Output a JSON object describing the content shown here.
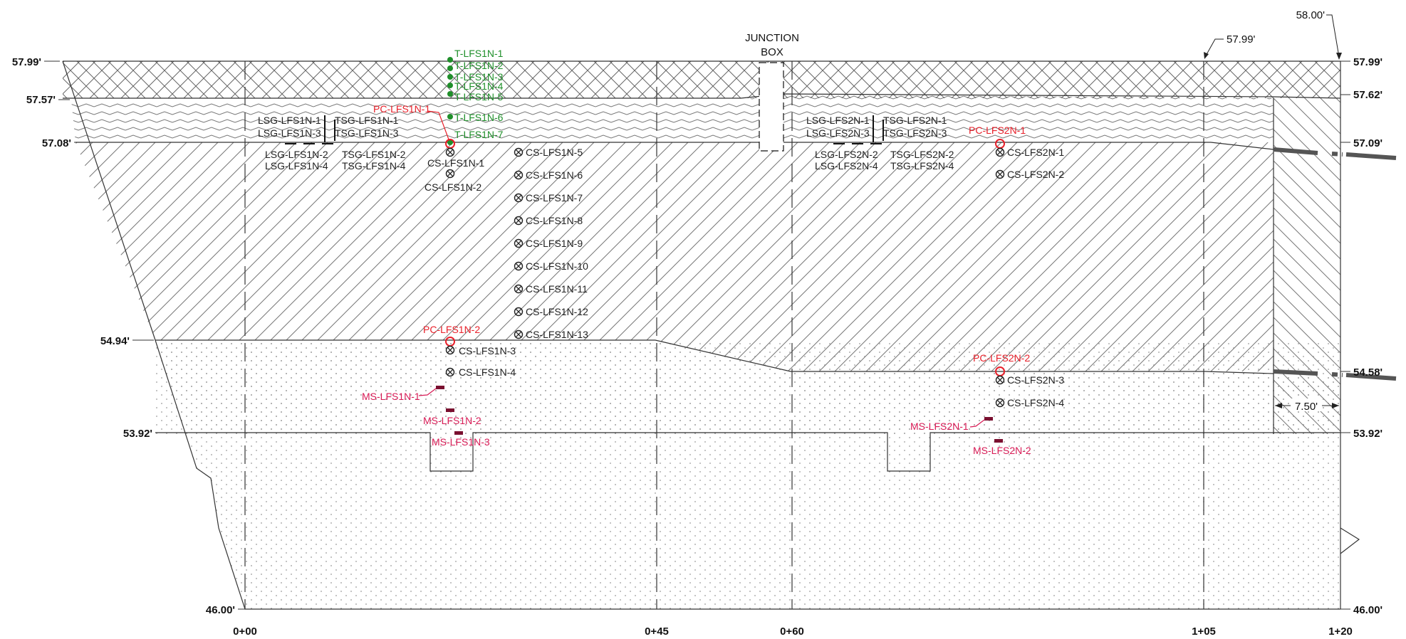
{
  "elevations": {
    "left": [
      "57.99'",
      "57.57'",
      "57.08'",
      "54.94'",
      "53.92'",
      "46.00'"
    ],
    "right": [
      "57.99'",
      "57.62'",
      "57.09'",
      "54.58'",
      "53.92'",
      "46.00'"
    ]
  },
  "stations": [
    "0+00",
    "0+45",
    "0+60",
    "1+05",
    "1+20"
  ],
  "junction_box": [
    "JUNCTION",
    "BOX"
  ],
  "callouts": {
    "top": "58.00'",
    "mid": "57.99'",
    "dim": "7.50'"
  },
  "strain_gauges_1": [
    "LSG-LFS1N-1",
    "LSG-LFS1N-3",
    "LSG-LFS1N-2",
    "LSG-LFS1N-4",
    "TSG-LFS1N-1",
    "TSG-LFS1N-3",
    "TSG-LFS1N-2",
    "TSG-LFS1N-4"
  ],
  "strain_gauges_2": [
    "LSG-LFS2N-1",
    "LSG-LFS2N-3",
    "LSG-LFS2N-2",
    "LSG-LFS2N-4",
    "TSG-LFS2N-1",
    "TSG-LFS2N-3",
    "TSG-LFS2N-2",
    "TSG-LFS2N-4"
  ],
  "temp_sensors": [
    "T-LFS1N-1",
    "T-LFS1N-2",
    "T-LFS1N-3",
    "T-LFS1N-4",
    "T-LFS1N-5",
    "T-LFS1N-6",
    "T-LFS1N-7"
  ],
  "pressure_cells": [
    "PC-LFS1N-1",
    "PC-LFS1N-2",
    "PC-LFS2N-1",
    "PC-LFS2N-2"
  ],
  "cs_col1": [
    "CS-LFS1N-1",
    "CS-LFS1N-2",
    "CS-LFS1N-3",
    "CS-LFS1N-4"
  ],
  "cs_col2": [
    "CS-LFS1N-5",
    "CS-LFS1N-6",
    "CS-LFS1N-7",
    "CS-LFS1N-8",
    "CS-LFS1N-9",
    "CS-LFS1N-10",
    "CS-LFS1N-11",
    "CS-LFS1N-12",
    "CS-LFS1N-13"
  ],
  "cs_col3": [
    "CS-LFS2N-1",
    "CS-LFS2N-2",
    "CS-LFS2N-3",
    "CS-LFS2N-4"
  ],
  "moisture_sensors": [
    "MS-LFS1N-1",
    "MS-LFS1N-2",
    "MS-LFS1N-3",
    "MS-LFS2N-1",
    "MS-LFS2N-2"
  ],
  "colors": {
    "sensor_green": "#1f8f2a",
    "pressure_red": "#e8202a",
    "moisture_magenta": "#d81a55",
    "linework": "#333333"
  }
}
